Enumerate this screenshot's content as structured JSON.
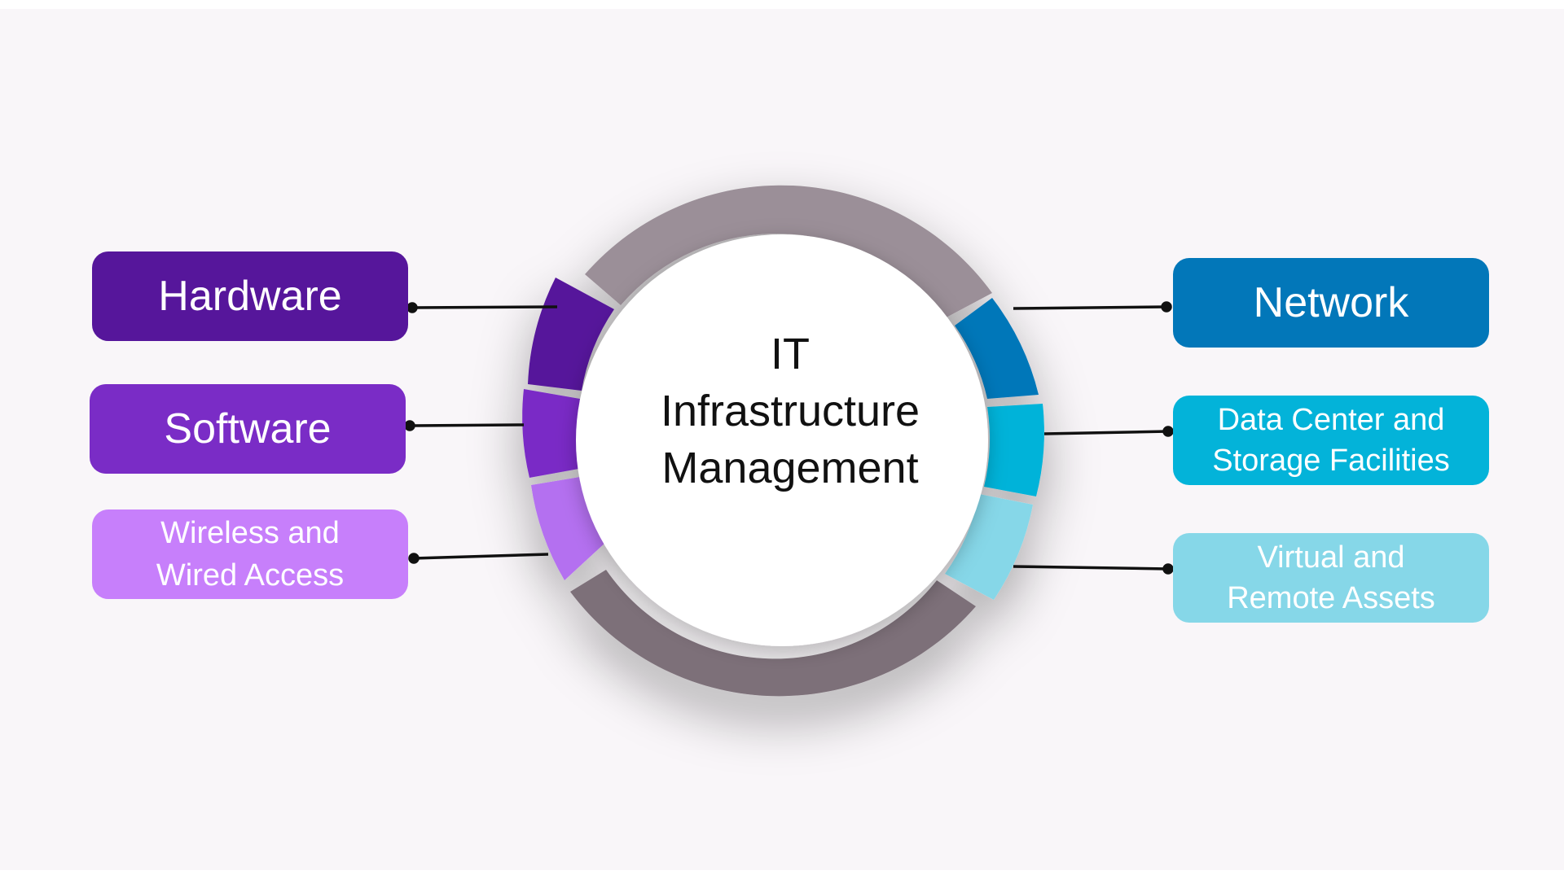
{
  "diagram": {
    "center": {
      "line1": "IT",
      "line2": "Infrastructure",
      "line3": "Management"
    },
    "left_items": [
      {
        "line1": "Hardware",
        "color": "#56169b"
      },
      {
        "line1": "Software",
        "color": "#7a2cc6"
      },
      {
        "line1": "Wireless and",
        "line2": "Wired Access",
        "color": "#c77ffb"
      }
    ],
    "right_items": [
      {
        "line1": "Network",
        "color": "#0277b9"
      },
      {
        "line1": "Data Center and",
        "line2": "Storage Facilities",
        "color": "#03b3d9"
      },
      {
        "line1": "Virtual and",
        "line2": "Remote Assets",
        "color": "#86d7e8"
      }
    ],
    "ring_color": "#8b7f88",
    "connector_color": "#111111",
    "background_color": "#f9f6f9"
  }
}
